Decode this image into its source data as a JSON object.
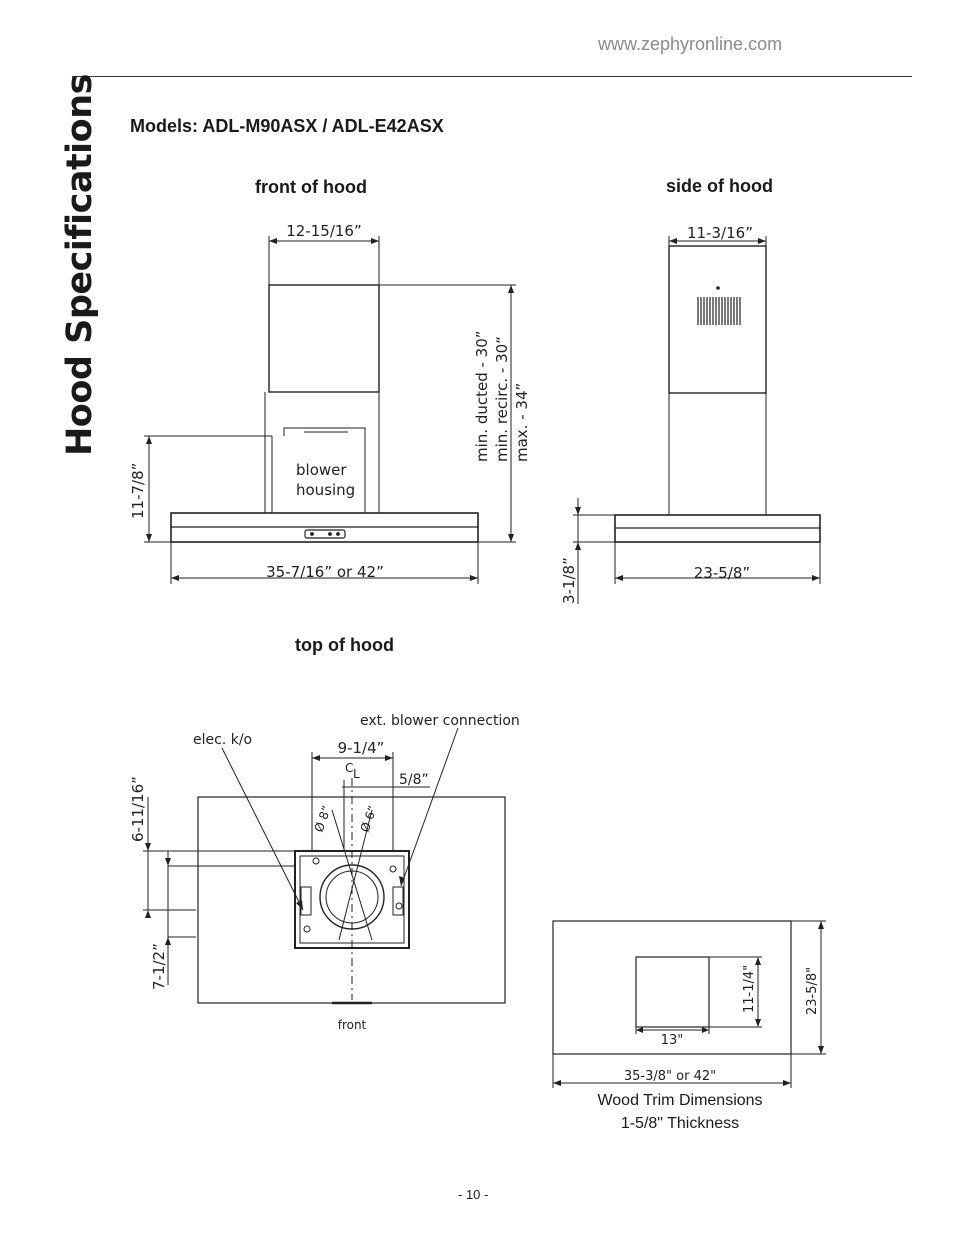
{
  "header": {
    "url": "www.zephyronline.com"
  },
  "page": {
    "vertical_title": "Hood Specifications",
    "models": "Models: ADL-M90ASX / ADL-E42ASX",
    "page_number": "- 10 -"
  },
  "front_view": {
    "heading": "front of hood",
    "chimney_width": "12-15/16”",
    "height_ducted": "min. ducted - 30”",
    "height_recirc": "min. recirc. - 30“",
    "height_max": "max. - 34”",
    "blower_line1": "blower",
    "blower_line2": "housing",
    "side_height": "11-7/8”",
    "canopy_width": "35-7/16” or 42”"
  },
  "side_view": {
    "heading": "side of hood",
    "chimney_depth": "11-3/16”",
    "canopy_depth": "23-5/8”",
    "canopy_thickness": "3-1/8”"
  },
  "top_view": {
    "heading": "top of hood",
    "ext_blower": "ext. blower connection",
    "elec_ko": "elec. k/o",
    "opening_width": "9-1/4”",
    "centerline_c": "C",
    "centerline_l": "L",
    "offset": "5/8”",
    "dia_8": "Ø 8”",
    "dia_6": "Ø 6”",
    "back_offset": "6-11/16”",
    "front_offset": "7-1/2”",
    "front_label": "front"
  },
  "wood_trim": {
    "opening_width": "13\"",
    "opening_height": "11-1/4\"",
    "outer_depth": "23-5/8\"",
    "outer_width": "35-3/8\" or 42\"",
    "caption_line1": "Wood Trim Dimensions",
    "caption_line2": "1-5/8\" Thickness"
  }
}
